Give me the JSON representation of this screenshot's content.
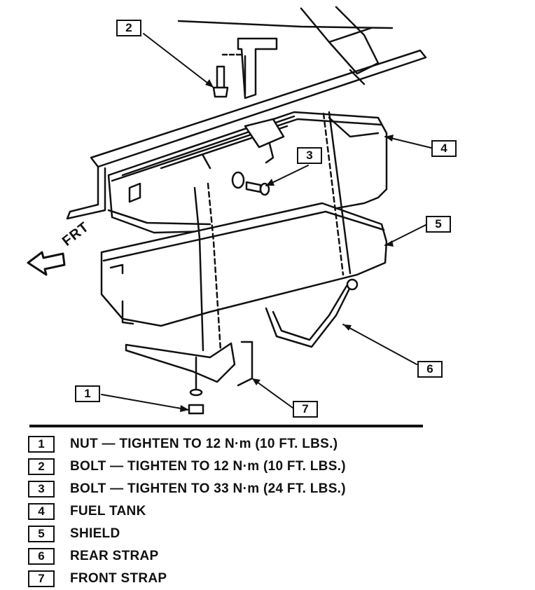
{
  "orientation": {
    "front_label": "FRT"
  },
  "callouts": [
    "2",
    "3",
    "4",
    "5",
    "6",
    "1",
    "7"
  ],
  "legend": [
    {
      "num": "1",
      "text": "NUT — TIGHTEN TO 12 N·m (10 FT. LBS.)"
    },
    {
      "num": "2",
      "text": "BOLT — TIGHTEN TO 12 N·m (10 FT. LBS.)"
    },
    {
      "num": "3",
      "text": "BOLT — TIGHTEN TO 33 N·m (24 FT. LBS.)"
    },
    {
      "num": "4",
      "text": "FUEL TANK"
    },
    {
      "num": "5",
      "text": "SHIELD"
    },
    {
      "num": "6",
      "text": "REAR STRAP"
    },
    {
      "num": "7",
      "text": "FRONT STRAP"
    }
  ]
}
